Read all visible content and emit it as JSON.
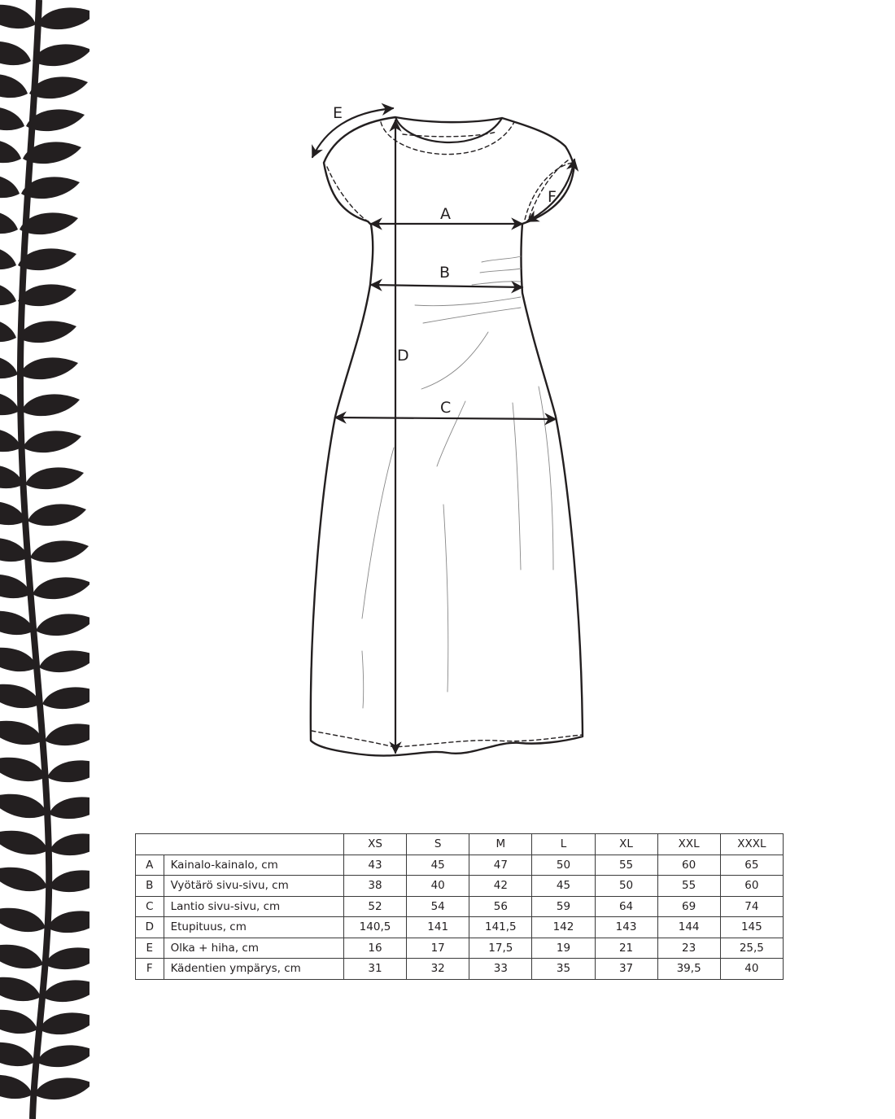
{
  "diagram": {
    "labels": {
      "A": "A",
      "B": "B",
      "C": "C",
      "D": "D",
      "E": "E",
      "F": "F"
    }
  },
  "size_table": {
    "columns": [
      "XS",
      "S",
      "M",
      "L",
      "XL",
      "XXL",
      "XXXL"
    ],
    "rows": [
      {
        "code": "A",
        "name": "Kainalo-kainalo, cm",
        "values": [
          "43",
          "45",
          "47",
          "50",
          "55",
          "60",
          "65"
        ]
      },
      {
        "code": "B",
        "name": "Vyötärö sivu-sivu, cm",
        "values": [
          "38",
          "40",
          "42",
          "45",
          "50",
          "55",
          "60"
        ]
      },
      {
        "code": "C",
        "name": "Lantio sivu-sivu, cm",
        "values": [
          "52",
          "54",
          "56",
          "59",
          "64",
          "69",
          "74"
        ]
      },
      {
        "code": "D",
        "name": "Etupituus, cm",
        "values": [
          "140,5",
          "141",
          "141,5",
          "142",
          "143",
          "144",
          "145"
        ]
      },
      {
        "code": "E",
        "name": "Olka + hiha, cm",
        "values": [
          "16",
          "17",
          "17,5",
          "19",
          "21",
          "23",
          "25,5"
        ]
      },
      {
        "code": "F",
        "name": "Kädentien ympärys, cm",
        "values": [
          "31",
          "32",
          "33",
          "35",
          "37",
          "39,5",
          "40"
        ]
      }
    ]
  },
  "colors": {
    "ink": "#231f20",
    "background": "#ffffff"
  }
}
